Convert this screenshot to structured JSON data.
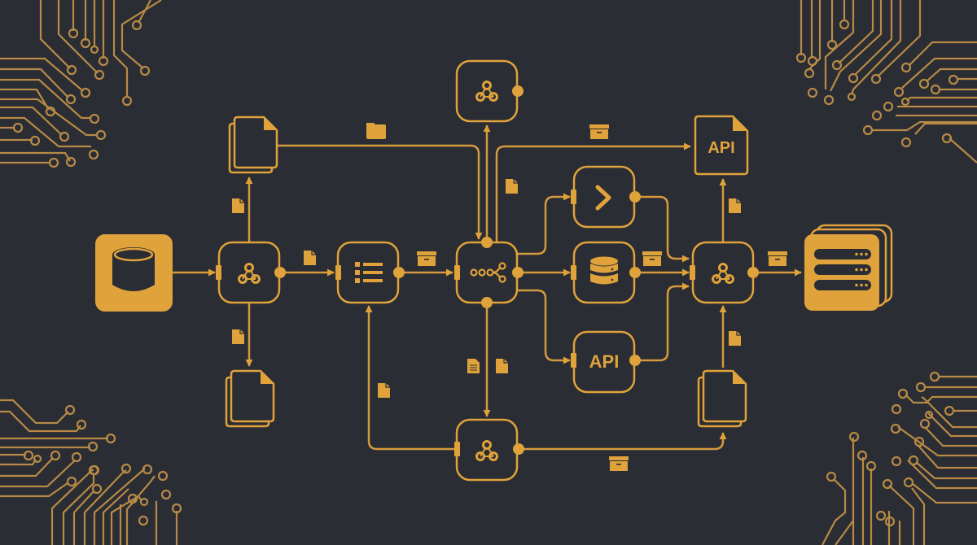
{
  "diagram": {
    "type": "pipeline-flow",
    "colors": {
      "background": "#2a2d34",
      "accent": "#e0a23a",
      "trace": "#b88a45",
      "node_fill": "#2a2d34"
    },
    "nodes": [
      {
        "id": "source-db",
        "icon": "database-icon",
        "style": "filled",
        "label": ""
      },
      {
        "id": "webhook-1",
        "icon": "webhook-icon",
        "style": "outline",
        "label": ""
      },
      {
        "id": "doc-stack-top",
        "icon": "document-stack-icon",
        "style": "outline",
        "label": ""
      },
      {
        "id": "doc-stack-bottom",
        "icon": "document-stack-icon",
        "style": "outline",
        "label": ""
      },
      {
        "id": "list-node",
        "icon": "list-icon",
        "style": "outline",
        "label": ""
      },
      {
        "id": "router-node",
        "icon": "share-flow-icon",
        "style": "outline",
        "label": ""
      },
      {
        "id": "webhook-top",
        "icon": "webhook-icon",
        "style": "outline",
        "label": ""
      },
      {
        "id": "webhook-bottom",
        "icon": "webhook-icon",
        "style": "outline",
        "label": ""
      },
      {
        "id": "terminal-node",
        "icon": "chevron-right-icon",
        "style": "outline",
        "label": ""
      },
      {
        "id": "database-node",
        "icon": "database-stack-icon",
        "style": "outline",
        "label": ""
      },
      {
        "id": "api-node",
        "icon": "text",
        "style": "outline",
        "label": "API"
      },
      {
        "id": "webhook-merge",
        "icon": "webhook-icon",
        "style": "outline",
        "label": ""
      },
      {
        "id": "api-doc",
        "icon": "document-icon",
        "style": "outline",
        "label": "API"
      },
      {
        "id": "doc-stack-right",
        "icon": "document-stack-icon",
        "style": "outline",
        "label": ""
      },
      {
        "id": "server-stack",
        "icon": "server-icon",
        "style": "filled",
        "label": ""
      }
    ],
    "edges": [
      {
        "from": "source-db",
        "to": "webhook-1",
        "packet": ""
      },
      {
        "from": "webhook-1",
        "to": "doc-stack-top",
        "packet": "file-icon"
      },
      {
        "from": "webhook-1",
        "to": "doc-stack-bottom",
        "packet": "file-icon"
      },
      {
        "from": "webhook-1",
        "to": "list-node",
        "packet": "file-icon"
      },
      {
        "from": "doc-stack-top",
        "to": "router-node",
        "packet": "folder-icon"
      },
      {
        "from": "list-node",
        "to": "router-node",
        "packet": "box-icon"
      },
      {
        "from": "router-node",
        "to": "webhook-top",
        "packet": ""
      },
      {
        "from": "router-node",
        "to": "api-doc",
        "packet": "box-icon"
      },
      {
        "from": "router-node",
        "to": "terminal-node",
        "packet": "file-icon"
      },
      {
        "from": "router-node",
        "to": "database-node",
        "packet": ""
      },
      {
        "from": "router-node",
        "to": "api-node",
        "packet": ""
      },
      {
        "from": "router-node",
        "to": "webhook-bottom",
        "packet": "file-text-icon"
      },
      {
        "from": "webhook-bottom",
        "to": "list-node",
        "packet": "file-icon"
      },
      {
        "from": "webhook-bottom",
        "to": "doc-stack-right",
        "packet": "box-icon"
      },
      {
        "from": "terminal-node",
        "to": "webhook-merge",
        "packet": ""
      },
      {
        "from": "database-node",
        "to": "webhook-merge",
        "packet": "box-icon"
      },
      {
        "from": "api-node",
        "to": "webhook-merge",
        "packet": ""
      },
      {
        "from": "webhook-merge",
        "to": "api-doc",
        "packet": "file-icon"
      },
      {
        "from": "doc-stack-right",
        "to": "webhook-merge",
        "packet": "file-icon"
      },
      {
        "from": "webhook-merge",
        "to": "server-stack",
        "packet": "box-icon"
      }
    ],
    "decorations": [
      "circuit-traces-top-left",
      "circuit-traces-top-right",
      "circuit-traces-bottom-left",
      "circuit-traces-bottom-right"
    ]
  },
  "labels": {
    "api_node": "API",
    "api_doc": "API"
  }
}
